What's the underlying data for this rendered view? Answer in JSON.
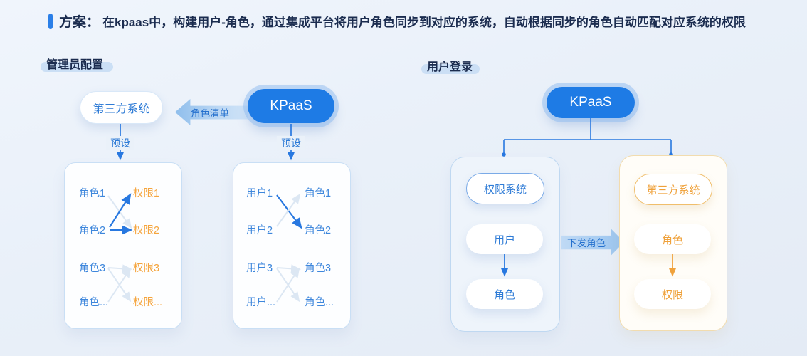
{
  "title": {
    "prefix": "方案：",
    "text": "在kpaas中，构建用户-角色，通过集成平台将用户角色同步到对应的系统，自动根据同步的角色自动匹配对应系统的权限"
  },
  "colors": {
    "accent_blue": "#2878E0",
    "kpaas_fill": "#1E7BE5",
    "text_blue": "#2E7BD6",
    "text_orange": "#F5A53E",
    "faint_line": "#DCE7F3",
    "dark_text": "#1B2C4F",
    "orange_border": "#F0BE6B"
  },
  "admin": {
    "header": "管理员配置",
    "third_party_label": "第三方系统",
    "kpaas_label": "KPaaS",
    "role_list_arrow_label": "角色清单",
    "preset_label_left": "预设",
    "preset_label_right": "预设",
    "role_perm_box": {
      "roles": [
        "角色1",
        "角色2",
        "角色3",
        "角色..."
      ],
      "perms": [
        "权限1",
        "权限2",
        "权限3",
        "权限..."
      ]
    },
    "user_role_box": {
      "users": [
        "用户1",
        "用户2",
        "用户3",
        "用户..."
      ],
      "roles": [
        "角色1",
        "角色2",
        "角色3",
        "角色..."
      ]
    }
  },
  "login": {
    "header": "用户登录",
    "kpaas_label": "KPaaS",
    "dispatch_arrow_label": "下发角色",
    "perm_system": {
      "title": "权限系统",
      "nodes": [
        "用户",
        "角色"
      ]
    },
    "third_party": {
      "title": "第三方系统",
      "nodes": [
        "角色",
        "权限"
      ]
    }
  }
}
